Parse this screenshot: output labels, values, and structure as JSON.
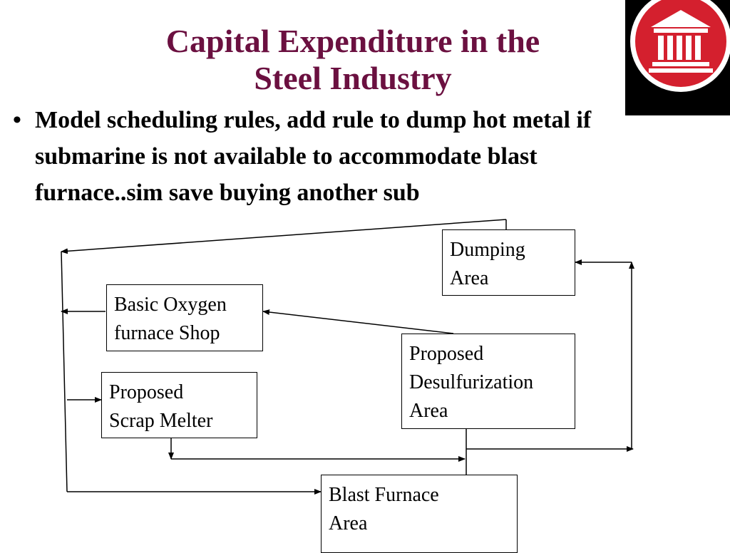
{
  "slide": {
    "title_line1": "Capital Expenditure in the",
    "title_line2": "Steel Industry",
    "bullet_marker": "•",
    "bullet_text": "Model scheduling rules, add rule to dump hot metal if submarine is not available to accommodate blast furnace..sim save buying another sub"
  },
  "logo": {
    "icon": "bank-building-icon",
    "circle_color": "#d4202e",
    "bg_color": "#000000"
  },
  "diagram": {
    "dumping": {
      "line1": "Dumping",
      "line2": "Area"
    },
    "bof": {
      "line1": "Basic Oxygen",
      "line2": "furnace Shop"
    },
    "desulf": {
      "line1": "Proposed",
      "line2": "Desulfurization",
      "line3": "Area"
    },
    "scrap": {
      "line1": "Proposed",
      "line2": "Scrap Melter"
    },
    "blast": {
      "line1": "Blast Furnace",
      "line2": "Area"
    }
  }
}
